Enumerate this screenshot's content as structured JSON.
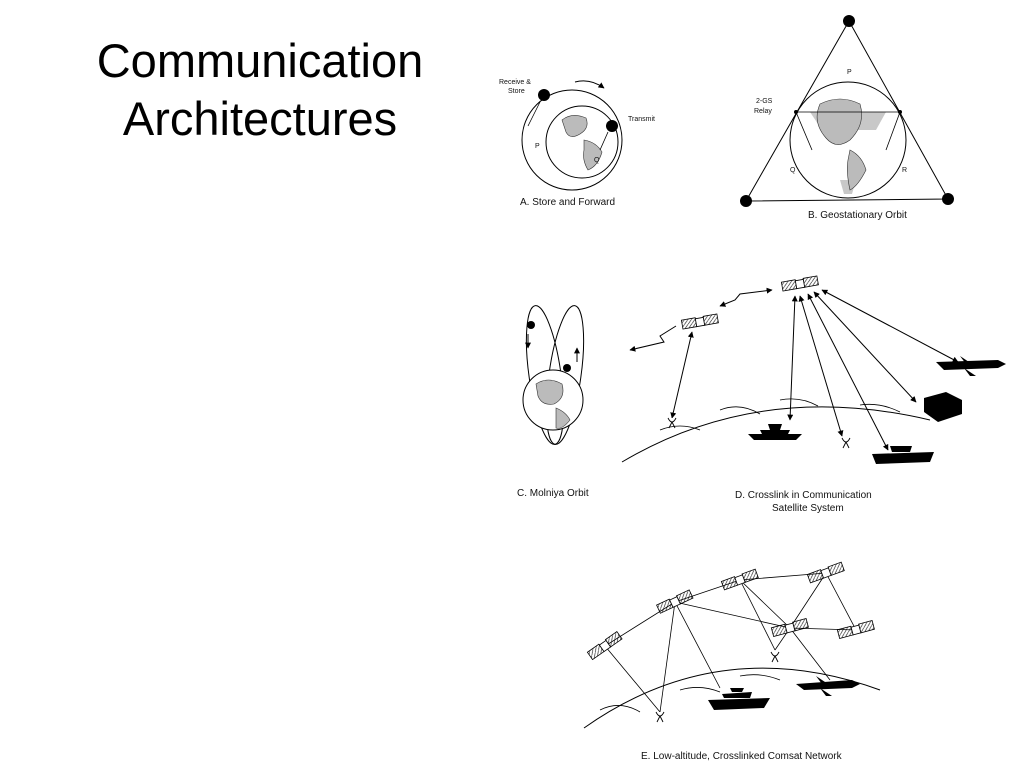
{
  "slide": {
    "title_line1": "Communication",
    "title_line2": "Architectures"
  },
  "diagrams": {
    "a": {
      "caption": "A.  Store and Forward",
      "receive_store_1": "Receive &",
      "receive_store_2": "Store",
      "transmit": "Transmit",
      "p": "P",
      "q": "Q"
    },
    "b": {
      "caption": "B.  Geostationary Orbit",
      "relay_1": "2-GS",
      "relay_2": "Relay",
      "p": "P",
      "q": "Q",
      "r": "R"
    },
    "c": {
      "caption": "C.  Molniya Orbit"
    },
    "d": {
      "caption_1": "D.  Crosslink in Communication",
      "caption_2": "Satellite System"
    },
    "e": {
      "caption": "E.  Low-altitude, Crosslinked Comsat Network"
    }
  },
  "colors": {
    "background": "#ffffff",
    "ink": "#000000",
    "shade": "#c8c8c8"
  }
}
